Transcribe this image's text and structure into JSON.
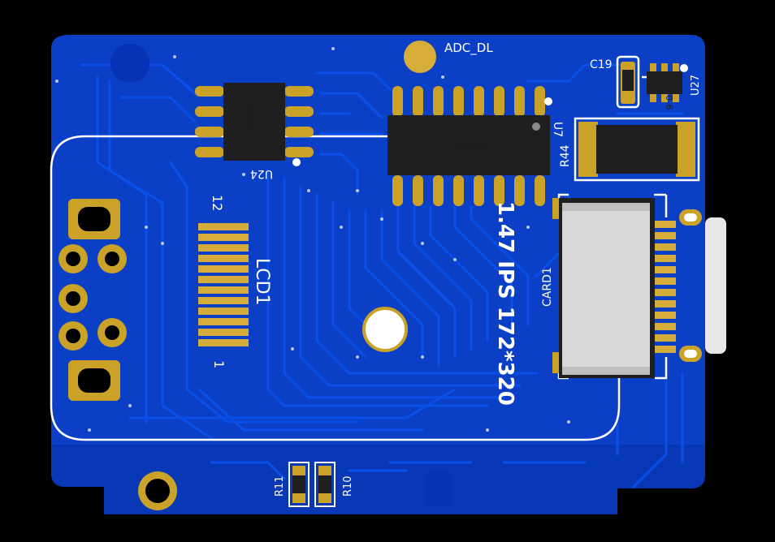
{
  "board": {
    "colors": {
      "background": "#000000",
      "solder_mask": "#0b3fc6",
      "mask_dark": "#062c9a",
      "trace": "#0a49e0",
      "copper": "#c9a227",
      "silkscreen": "#ffffff",
      "component_body": "#1f1f1f",
      "card_slot": "#d9d9d9"
    },
    "labels": {
      "adc_dl": "ADC_DL",
      "c19": "C19",
      "u27": "U27",
      "u27_marking": "SC 70-6",
      "soic8": "SOIC8",
      "u24": "U24",
      "sop16": "SOP16",
      "u7": "U7",
      "r44": "R44",
      "card1": "CARD1",
      "lcd1": "LCD1",
      "pin_12": "12",
      "pin_1": "1",
      "lcd_caption": "1.47 IPS 172*320",
      "r11": "R11",
      "r10": "R10"
    }
  }
}
